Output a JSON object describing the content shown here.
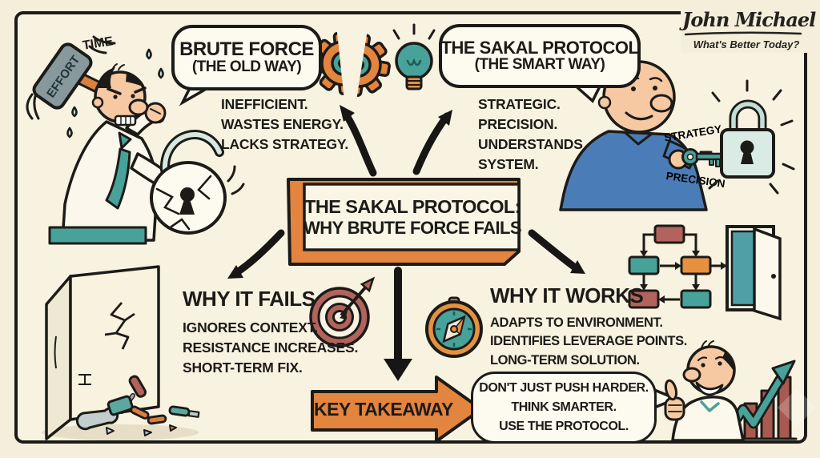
{
  "brand": {
    "name": "John Michael",
    "tagline": "What's Better Today?"
  },
  "old_way": {
    "bubble_title": "BRUTE FORCE",
    "bubble_subtitle": "(THE OLD WAY)",
    "points": [
      "INEFFICIENT.",
      "WASTES ENERGY.",
      "LACKS STRATEGY."
    ],
    "hammer_label": "EFFORT",
    "time_label": "TIME"
  },
  "smart_way": {
    "bubble_title": "THE SAKAL PROTOCOL",
    "bubble_subtitle": "(THE SMART WAY)",
    "points": [
      "STRATEGIC.",
      "PRECISION.",
      "UNDERSTANDS",
      "SYSTEM."
    ],
    "key_label_top": "STRATEGY",
    "key_label_bottom": "PRECISION"
  },
  "center_box": {
    "line1": "THE SAKAL PROTOCOL:",
    "line2": "WHY BRUTE FORCE FAILS"
  },
  "why_fails": {
    "title": "WHY IT FAILS",
    "points": [
      "IGNORES CONTEXT.",
      "RESISTANCE INCREASES.",
      "SHORT-TERM FIX."
    ]
  },
  "why_works": {
    "title": "WHY IT WORKS",
    "points": [
      "ADAPTS TO ENVIRONMENT.",
      "IDENTIFIES LEVERAGE POINTS.",
      "LONG-TERM SOLUTION."
    ]
  },
  "takeaway": {
    "label": "KEY TAKEAWAY",
    "lines": [
      "DON'T JUST PUSH HARDER.",
      "THINK SMARTER.",
      "USE THE PROTOCOL."
    ]
  },
  "icons": {
    "broken_gear": "broken-gear-icon",
    "lightbulb": "lightbulb-icon",
    "target": "target-icon",
    "compass": "compass-icon",
    "flowchart": "flowchart-icon",
    "open_door": "open-door-icon",
    "broken_padlock": "broken-padlock-icon",
    "padlock": "padlock-icon",
    "key": "key-icon",
    "sledgehammer": "sledgehammer-icon",
    "cracked_wall": "cracked-wall-icon",
    "broken_tools": "broken-tools-icon",
    "growth_chart": "growth-chart-icon"
  },
  "colors": {
    "orange": "#E3843F",
    "teal": "#47A29A",
    "maroon": "#B2635C",
    "blue": "#4A7CB8",
    "cream": "#F4EEDB",
    "ink": "#1C1B18",
    "skin": "#F6C9A3"
  }
}
